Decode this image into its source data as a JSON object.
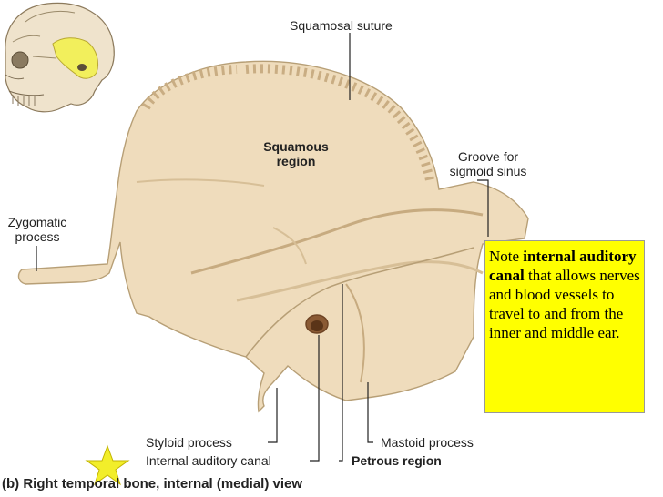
{
  "labels": {
    "squamosal_suture": "Squamosal suture",
    "squamous_region_line1": "Squamous",
    "squamous_region_line2": "region",
    "groove_line1": "Groove for",
    "groove_line2": "sigmoid sinus",
    "zygomatic_line1": "Zygomatic",
    "zygomatic_line2": "process",
    "styloid_process": "Styloid process",
    "internal_auditory_canal": "Internal auditory canal",
    "mastoid_process": "Mastoid process",
    "petrous_region": "Petrous region"
  },
  "note": {
    "prefix": "Note ",
    "bold_text": "internal auditory canal",
    "rest": " that allows nerves and blood vessels to travel to and from the inner and middle ear."
  },
  "caption": "(b) Right temporal bone, internal (medial) view",
  "colors": {
    "bone": "#efdcbc",
    "bone_shadow": "#d7bf97",
    "highlight": "#f2ef5c",
    "note_bg": "#ffff00",
    "star": "#f2ee2a"
  }
}
